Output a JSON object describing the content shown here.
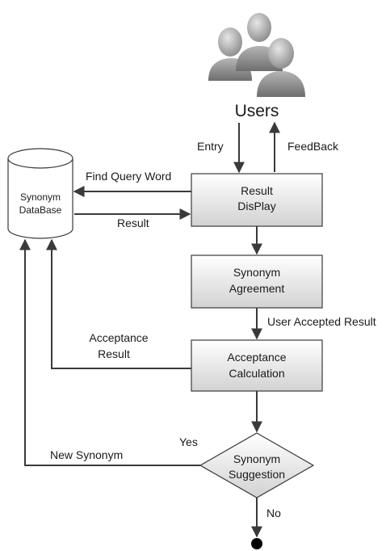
{
  "users": {
    "label": "Users"
  },
  "database": {
    "line1": "Synonym",
    "line2": "DataBase"
  },
  "nodes": {
    "result_display": {
      "line1": "Result",
      "line2": "DisPlay"
    },
    "synonym_agreement": {
      "line1": "Synonym",
      "line2": "Agreement"
    },
    "acceptance_calculation": {
      "line1": "Acceptance",
      "line2": "Calculation"
    },
    "synonym_suggestion": {
      "line1": "Synonym",
      "line2": "Suggestion"
    }
  },
  "edges": {
    "entry": "Entry",
    "feedback": "FeedBack",
    "find_query_word": "Find Query Word",
    "result": "Result",
    "user_accepted_result": "User Accepted Result",
    "acceptance_result_line1": "Acceptance",
    "acceptance_result_line2": "Result",
    "new_synonym": "New Synonym",
    "yes": "Yes",
    "no": "No"
  },
  "colors": {
    "box_top": "#ffffff",
    "box_bottom": "#d4d4d4",
    "stroke": "#3a3a3a",
    "person": "#8c8c8c"
  }
}
